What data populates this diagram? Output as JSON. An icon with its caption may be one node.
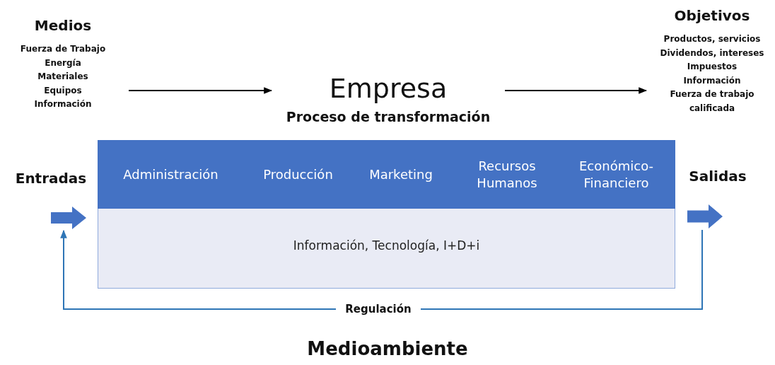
{
  "diagram": {
    "nodes": [
      {
        "text": [
          "Medios",
          "Fuerza de Trabajo",
          "Energía",
          "Materiales",
          "Equipos",
          "Información"
        ]
      },
      {
        "text": [
          "Empresa",
          "Proceso de transformación"
        ]
      },
      {
        "text": [
          "Objetivos",
          "Productos, servicios",
          "Dividendos, intereses",
          "Impuestos",
          "Información",
          "Fuerza de trabajo calificada"
        ]
      },
      {
        "text": [
          "Información, Tecnología, I+D+i"
        ]
      },
      {
        "text": [
          "Administración"
        ],
        "in": 3
      },
      {
        "text": [
          "Producción"
        ],
        "in": 3
      },
      {
        "text": [
          "Marketing"
        ],
        "in": 3
      },
      {
        "text": [
          "Recursos Humanos"
        ],
        "in": 3
      },
      {
        "text": [
          "Económico-Financiero"
        ],
        "in": 3
      },
      {
        "text": [],
        "shape": "arrow",
        "beside": [
          "Entradas"
        ]
      },
      {
        "text": [],
        "shape": "arrow",
        "beside": [
          "Salidas"
        ]
      }
    ],
    "edges": [
      {
        "from": 0,
        "to": 1,
        "arrow": "to"
      },
      {
        "from": 1,
        "to": 2,
        "arrow": "to"
      },
      {
        "from": 10,
        "to": 9,
        "arrow": "to",
        "label": "Regulación",
        "color": "#2e75b6"
      }
    ],
    "labels": [
      "Medioambiente"
    ]
  }
}
